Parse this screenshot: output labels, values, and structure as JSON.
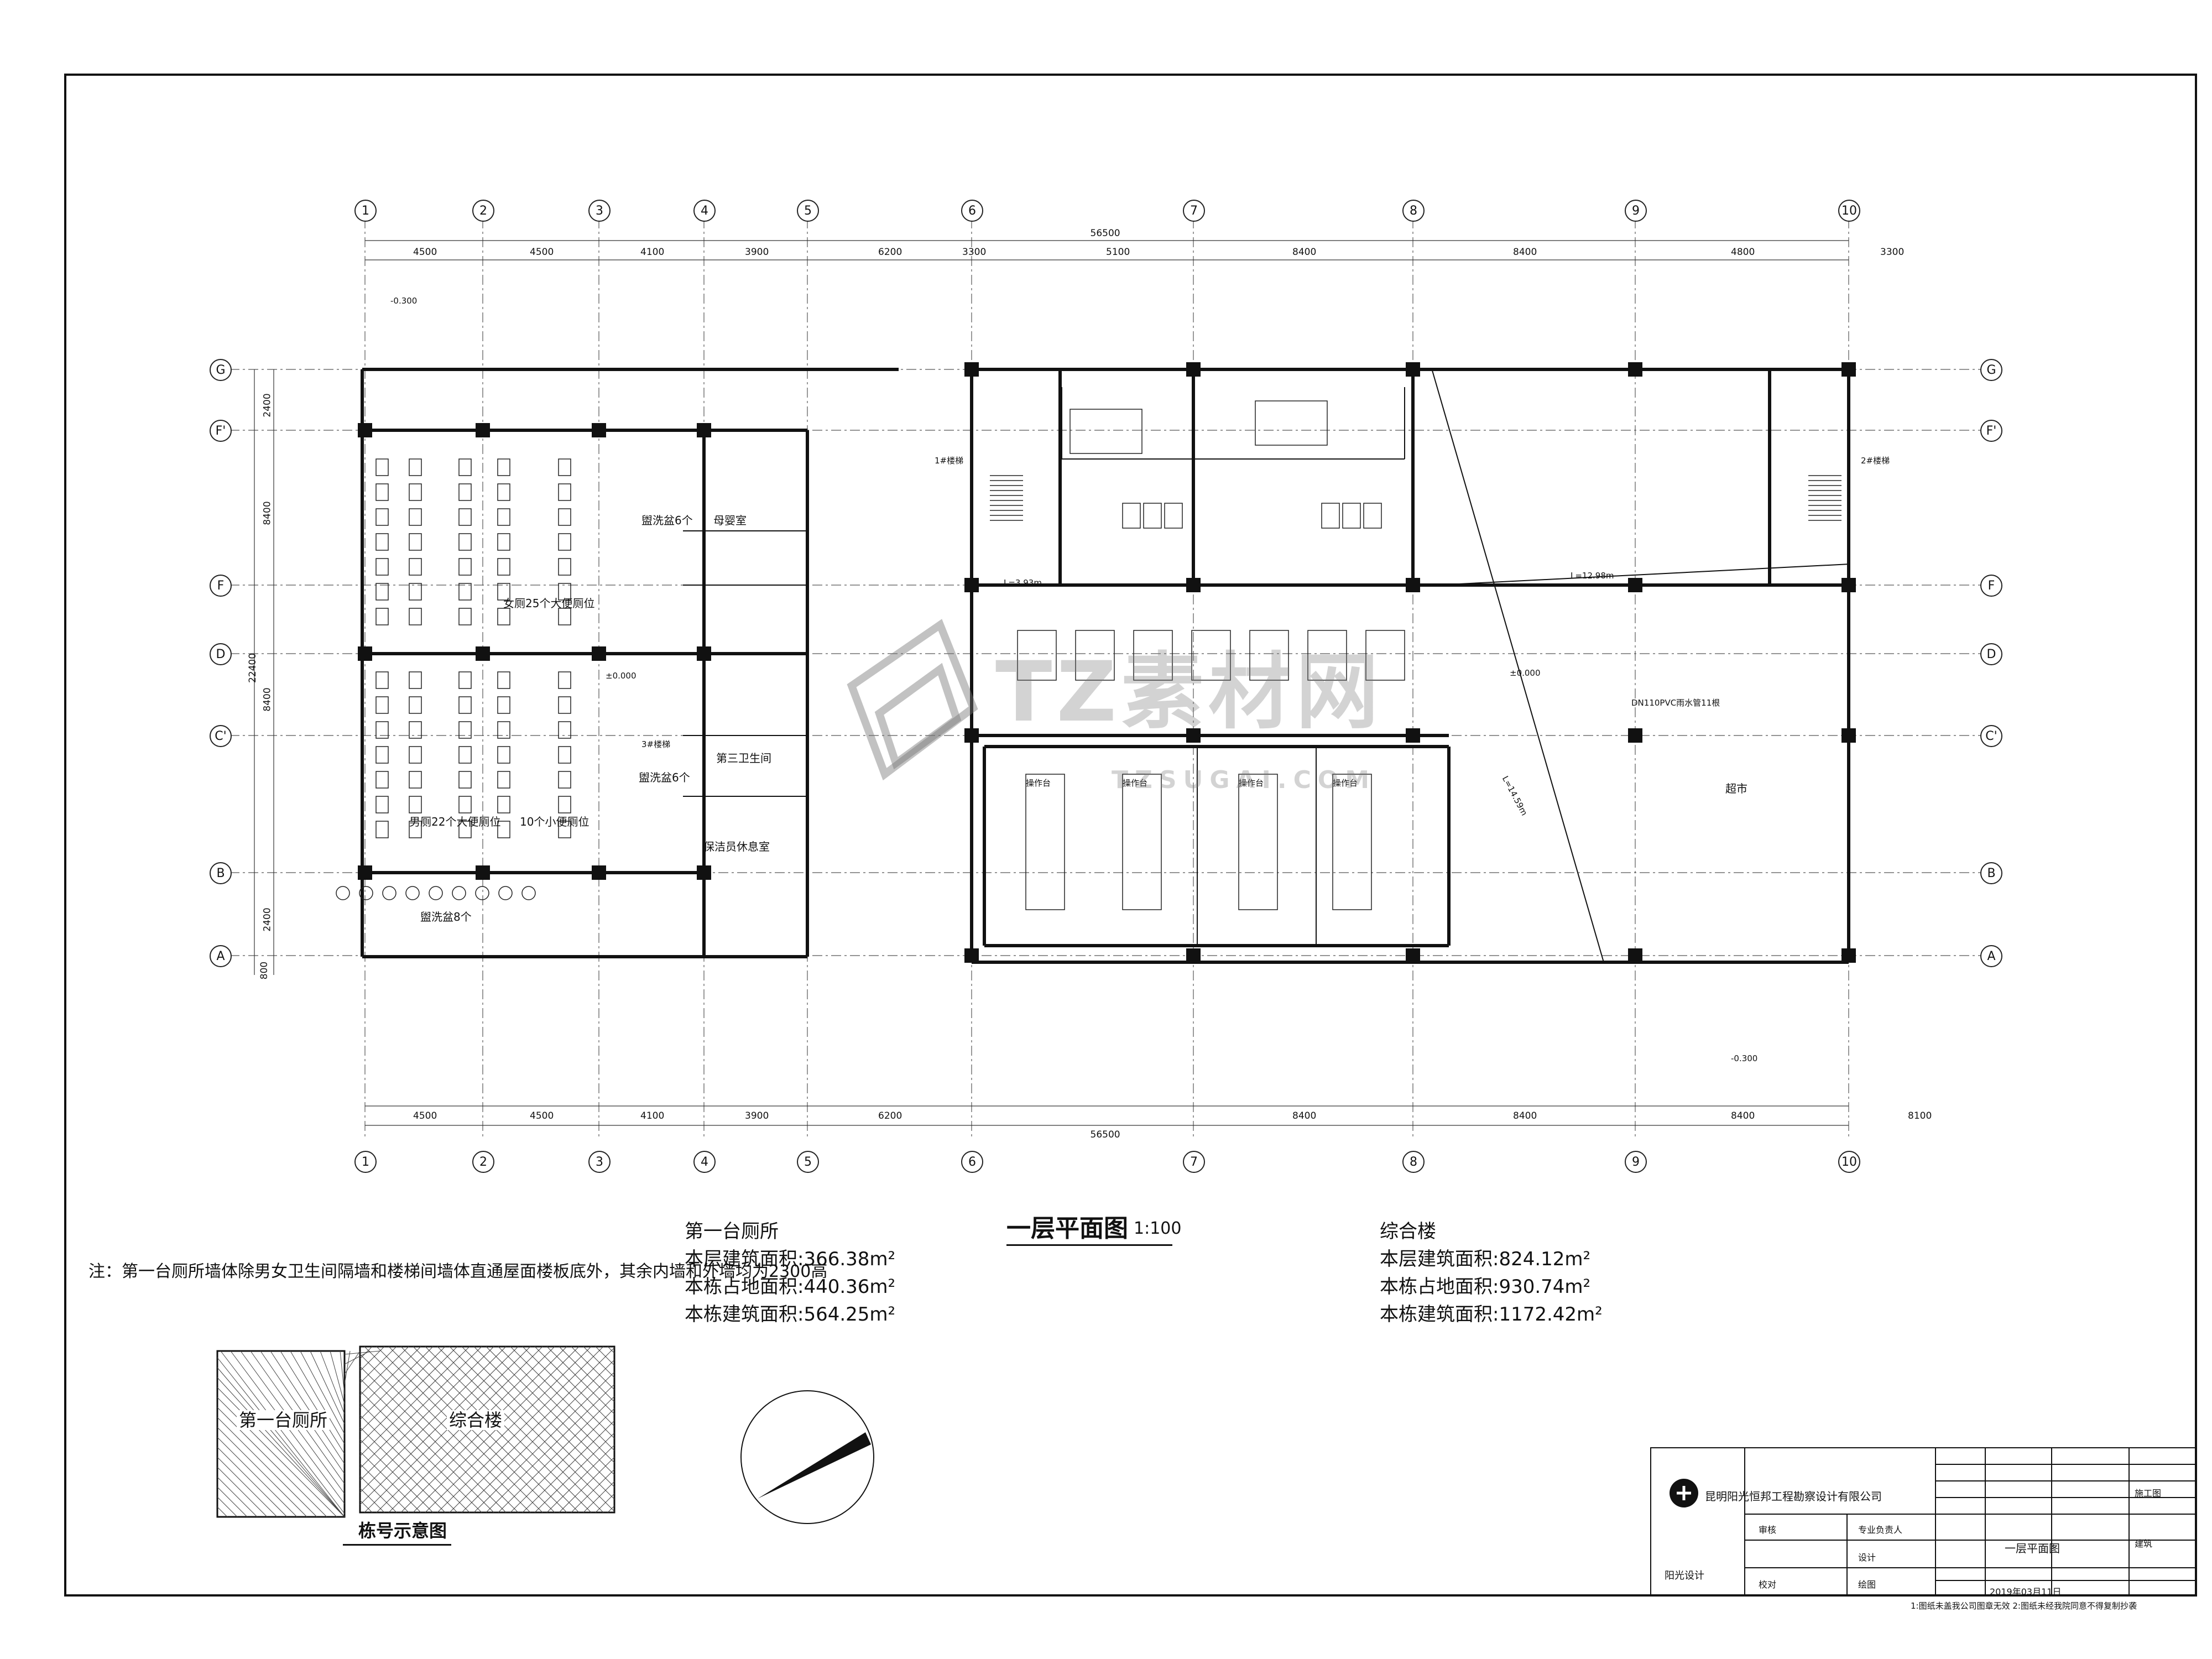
{
  "drawing": {
    "title": "一层平面图",
    "scale": "1:100",
    "note": "注：第一台厕所墙体除男女卫生间隔墙和楼梯间墙体直通屋面楼板底外，其余内墙和外墙均为2300高"
  },
  "summary_left": {
    "name": "第一台厕所",
    "lines": [
      "本层建筑面积:366.38m²",
      "本栋占地面积:440.36m²",
      "本栋建筑面积:564.25m²"
    ]
  },
  "summary_right": {
    "name": "综合楼",
    "lines": [
      "本层建筑面积:824.12m²",
      "本栋占地面积:930.74m²",
      "本栋建筑面积:1172.42m²"
    ]
  },
  "key_plan": {
    "caption": "栋号示意图",
    "block_a": "第一台厕所",
    "block_b": "综合楼"
  },
  "grid": {
    "columns": [
      "1",
      "2",
      "3",
      "4",
      "5",
      "6",
      "7",
      "8",
      "9",
      "10"
    ],
    "rows": [
      "G",
      "F'",
      "F",
      "D",
      "C'",
      "B",
      "A"
    ],
    "top_spans": [
      "4500",
      "4500",
      "4100",
      "3900",
      "6200",
      "3300",
      "5100",
      "8400",
      "8400",
      "4800",
      "3300"
    ],
    "top_total": "56500",
    "bottom_spans": [
      "4500",
      "4500",
      "4100",
      "3900",
      "6200",
      "8400",
      "8400",
      "8400",
      "8100"
    ],
    "bottom_total": "56500",
    "left_spans": [
      "2400",
      "8400",
      "8400",
      "2400",
      "800"
    ],
    "left_total": "22400"
  },
  "rooms": {
    "toilet_female": "女厕25个大便厕位",
    "toilet_male": "男厕22个大便厕位",
    "urinals": "10个小便厕位",
    "washbasin_6a": "盥洗盆6个",
    "washbasin_6b": "盥洗盆6个",
    "washbasin_8": "盥洗盆8个",
    "mother_room": "母婴室",
    "third_toilet": "第三卫生间",
    "cleaner_room": "保洁员休息室",
    "stair_1": "1#楼梯",
    "stair_2": "2#楼梯",
    "stair_3": "3#楼梯",
    "market": "超市",
    "ops_counter": "操作台",
    "level": "±0.000",
    "level_out": "-0.300",
    "slope_1": "L=12.98m",
    "slope_2": "L=14.59m",
    "slope_3": "L=3.93m",
    "pipe_note": "DN110PVC雨水管11根"
  },
  "title_block": {
    "company": "昆明阳光恒邦工程勘察设计有限公司",
    "footer": "阳光设计",
    "sheet_name": "一层平面图",
    "date": "2019年03月11日",
    "stage": "施工图",
    "discipline": "建筑",
    "rows_left": [
      "审核",
      "校对"
    ],
    "rows_mid": [
      "专业负责人",
      "设计",
      "绘图"
    ],
    "bottom_note": "1:图纸未盖我公司图章无效 2:图纸未经我院同意不得复制抄袭"
  },
  "watermark": {
    "main": "TZ素材网",
    "sub": "TZSUGAI.COM"
  }
}
